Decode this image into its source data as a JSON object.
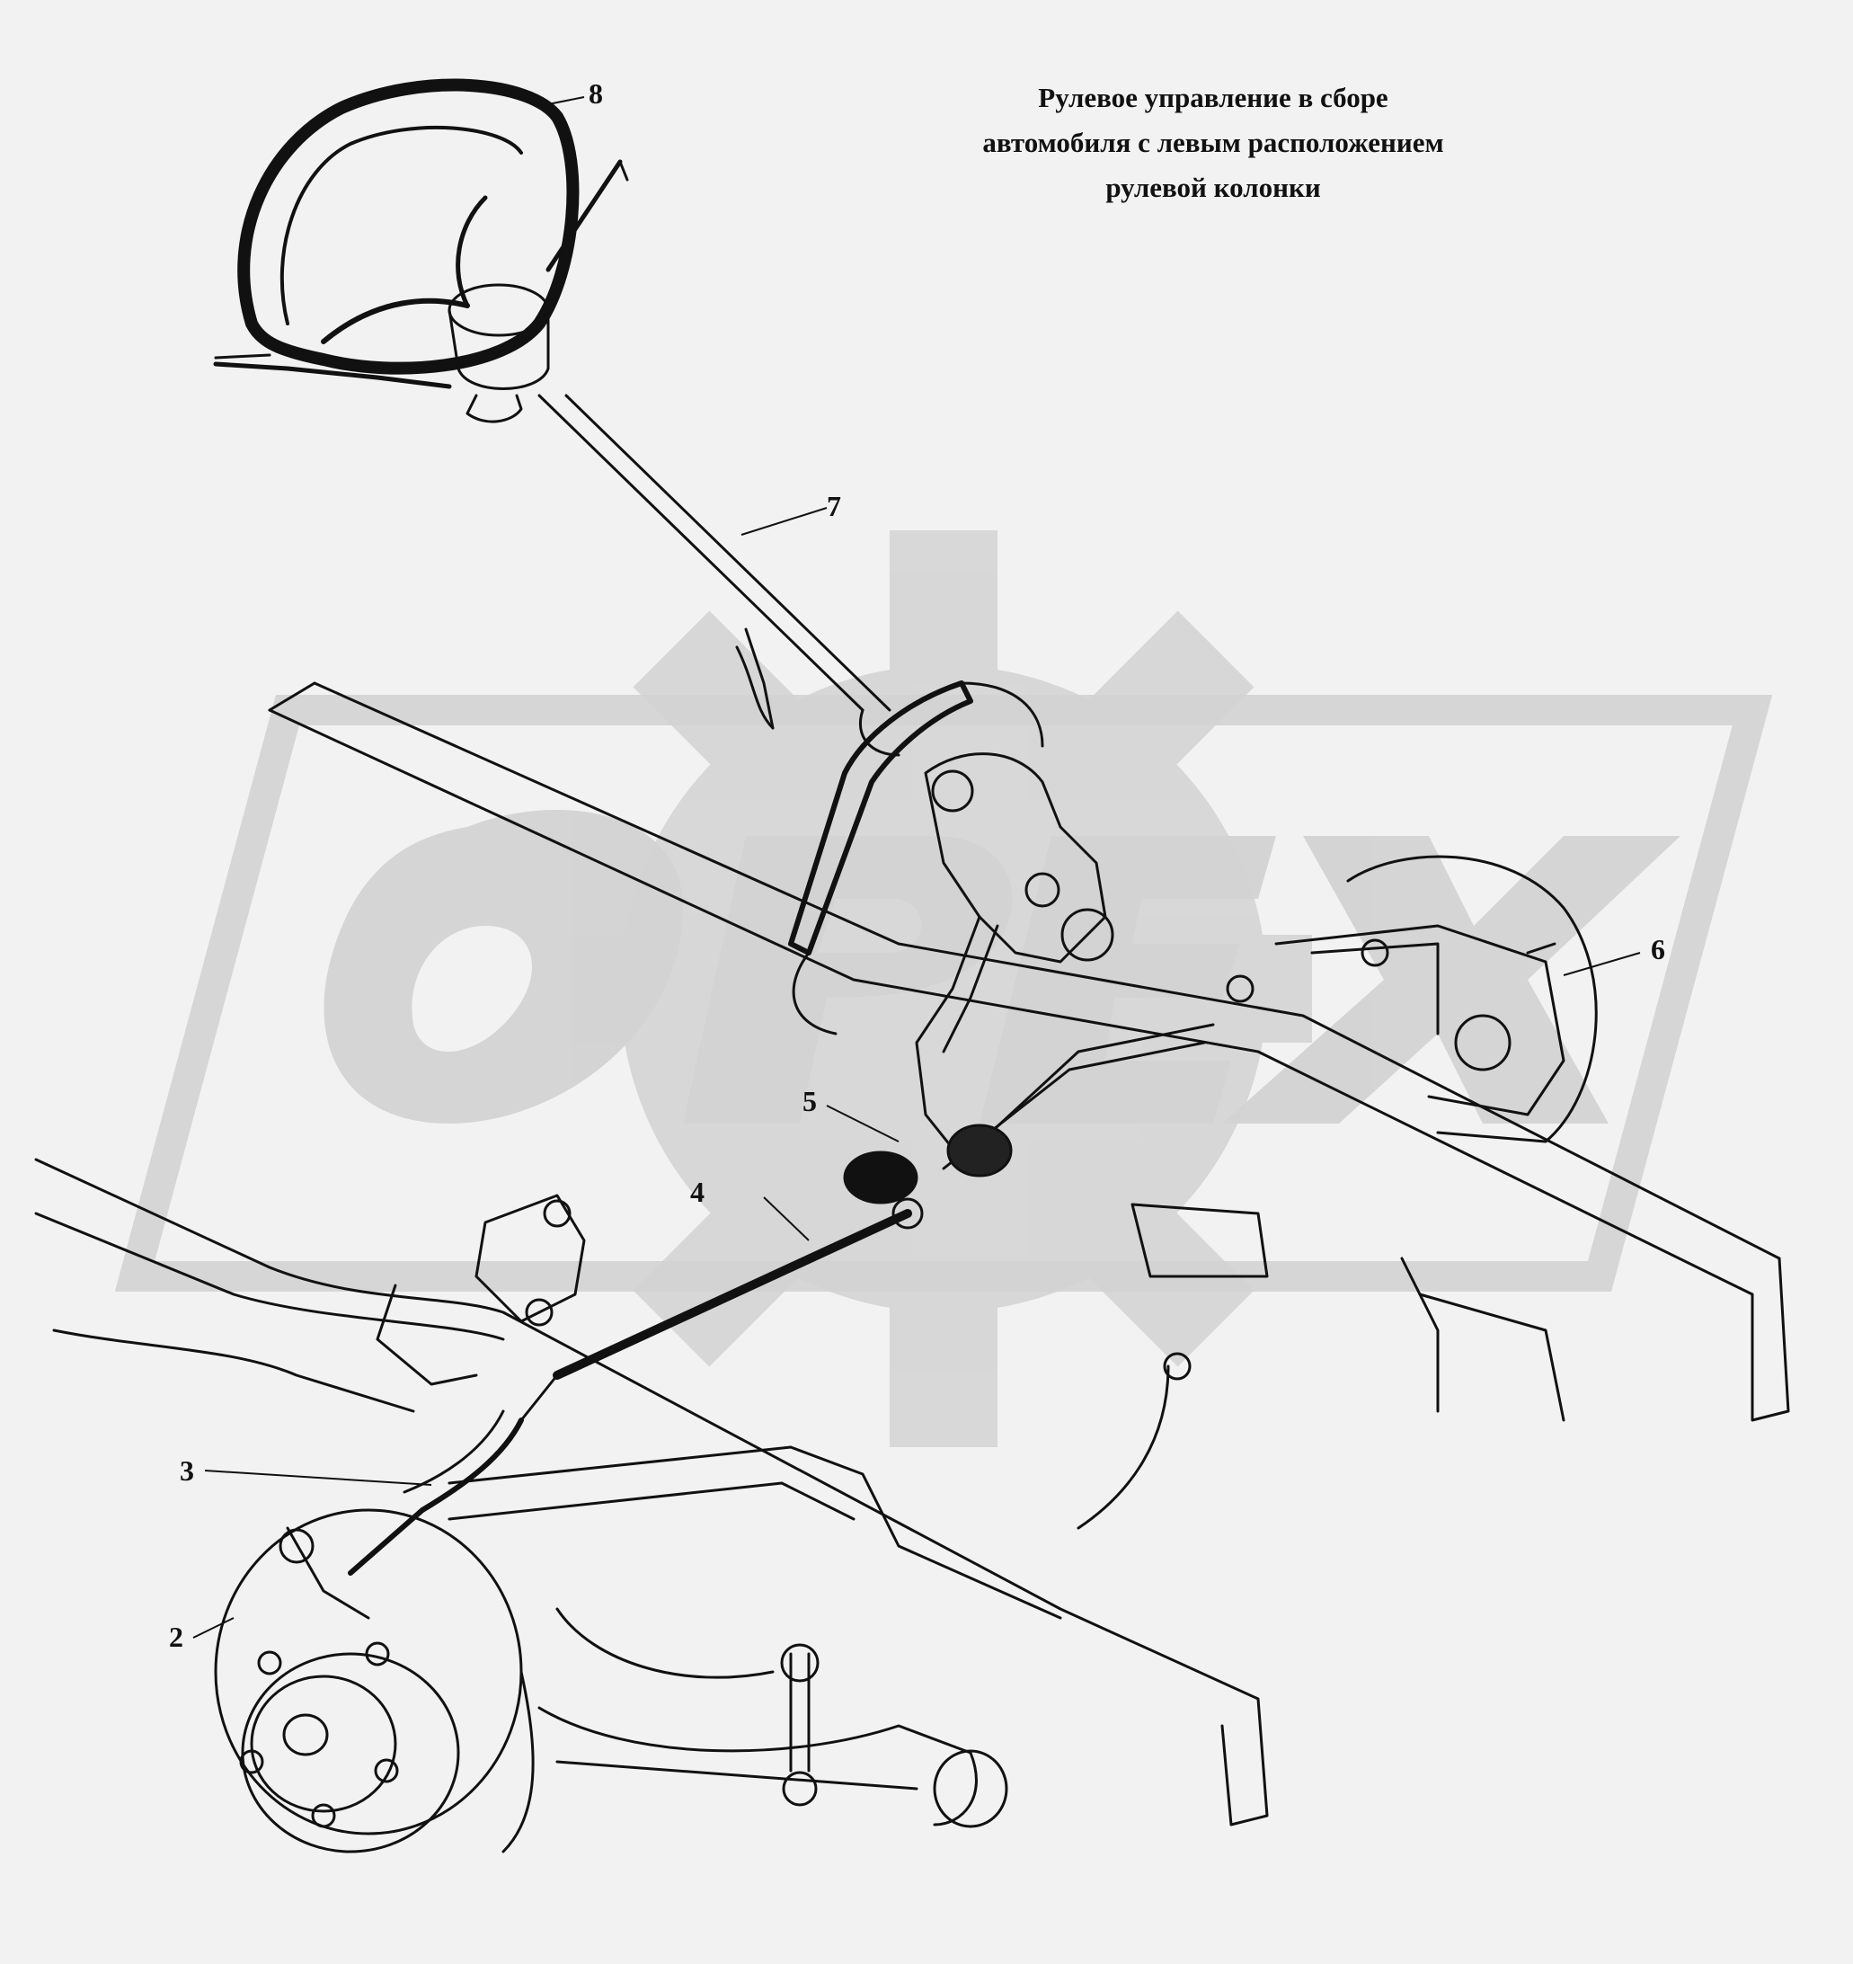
{
  "title": {
    "line1": "Рулевое управление в сборе",
    "line2": "автомобиля с левым расположением",
    "line3": "рулевой колонки"
  },
  "watermark": {
    "text": "OPEX",
    "color": "#d3d3d3"
  },
  "callouts": [
    {
      "id": "1",
      "label": "2"
    },
    {
      "id": "2",
      "label": "3"
    },
    {
      "id": "3",
      "label": "4"
    },
    {
      "id": "4",
      "label": "5"
    },
    {
      "id": "5",
      "label": "6"
    },
    {
      "id": "6",
      "label": "7"
    },
    {
      "id": "7",
      "label": "8"
    }
  ],
  "colors": {
    "background": "#f2f2f2",
    "line": "#111111",
    "watermark": "#d3d3d3"
  }
}
